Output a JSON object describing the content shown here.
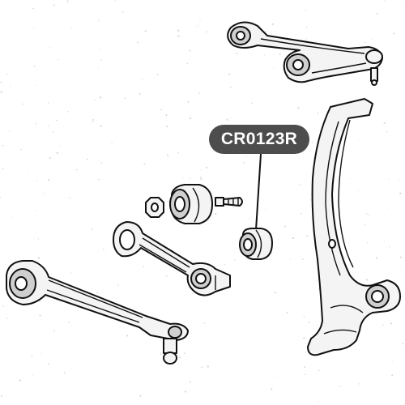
{
  "callout": {
    "label": "CR0123R",
    "background": "#4d4d4d",
    "text_color": "#ffffff"
  },
  "colors": {
    "line": "#111111",
    "part_fill": "#f4f4f4",
    "speckle": "#d9d9d9"
  },
  "parts": [
    "upper-control-arm",
    "steering-knuckle",
    "highlighted-bushing",
    "bushing-large",
    "nut",
    "bolt",
    "tension-strut",
    "lower-control-arm"
  ]
}
